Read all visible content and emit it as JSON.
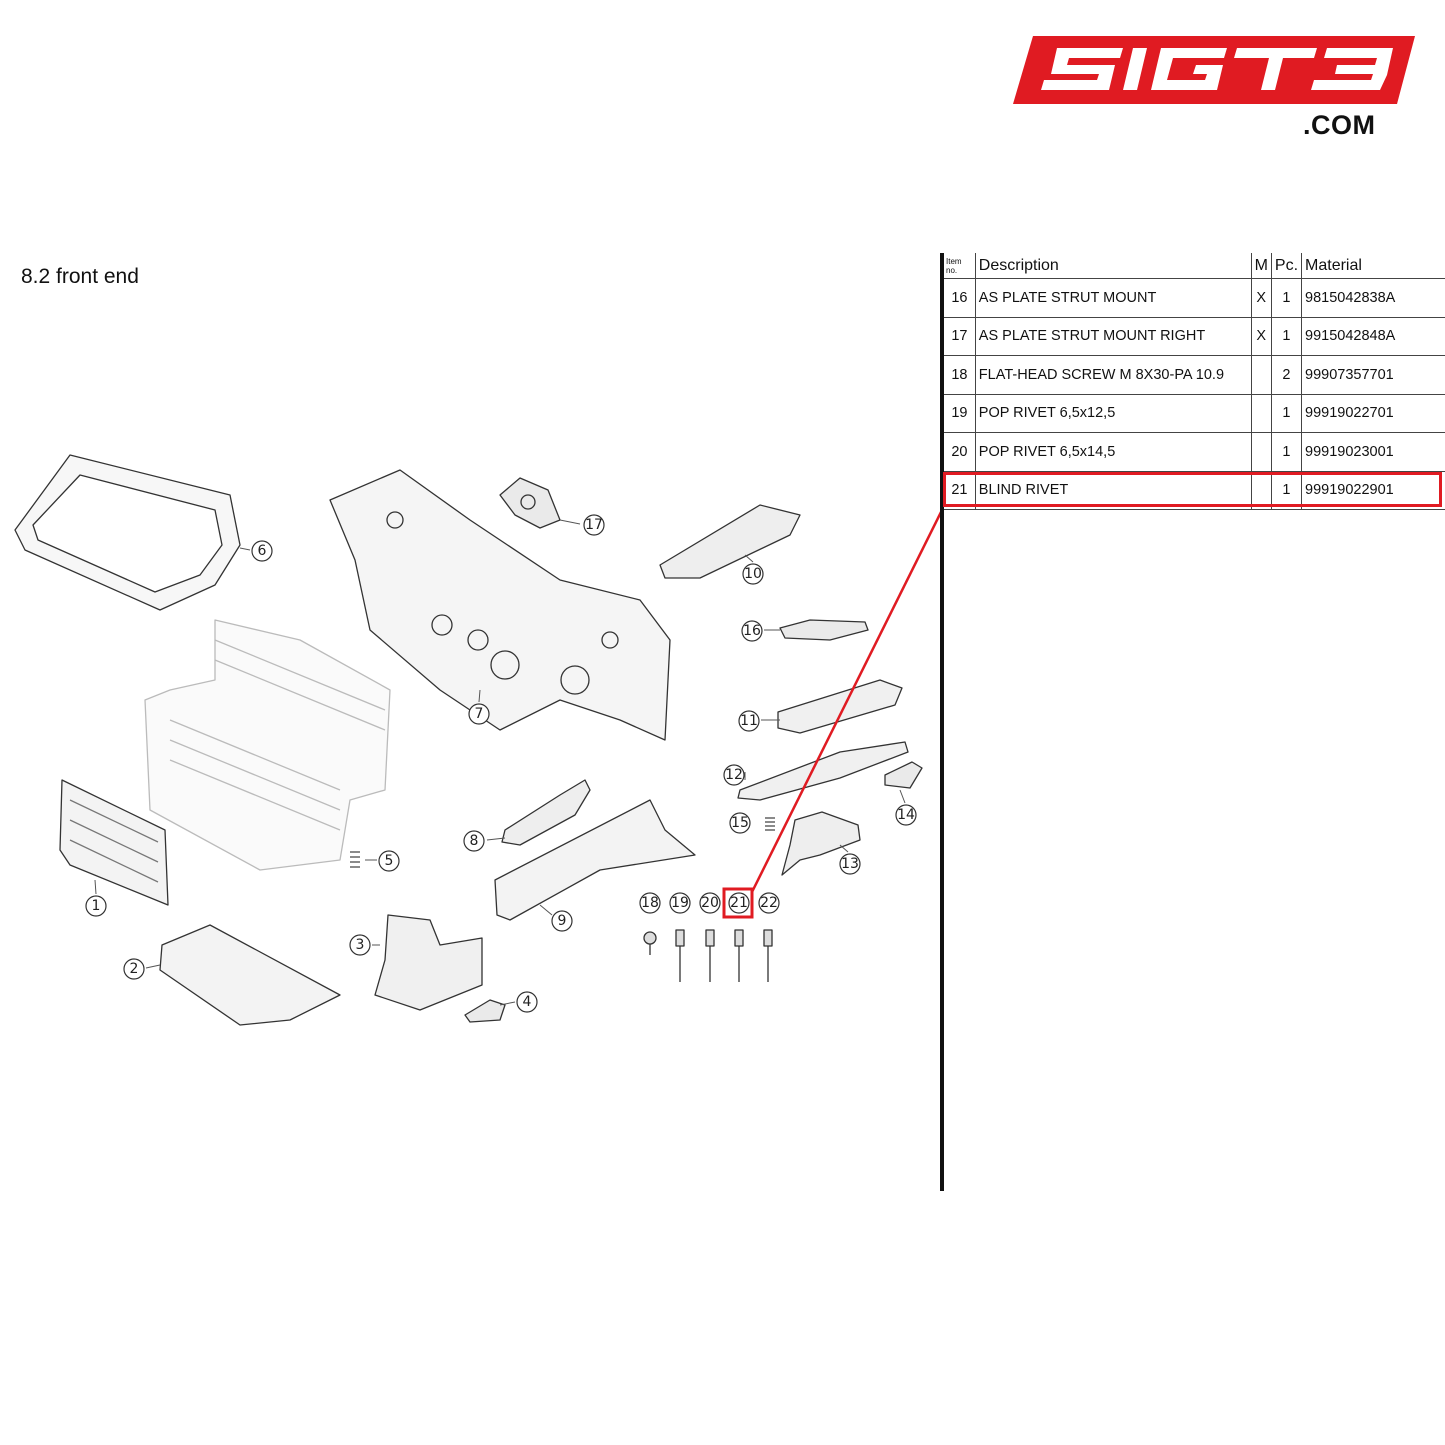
{
  "brand": {
    "logo_text": "5IGT3",
    "logo_suffix": ".COM",
    "accent_color": "#e01b22"
  },
  "section": {
    "title": "8.2  front end"
  },
  "table": {
    "headers": {
      "item_no": "Item no.",
      "description": "Description",
      "m": "M",
      "pc": "Pc.",
      "material": "Material"
    },
    "rows": [
      {
        "item": "16",
        "description": "AS PLATE STRUT MOUNT",
        "m": "X",
        "pc": "1",
        "material": "9815042838A"
      },
      {
        "item": "17",
        "description": "AS PLATE STRUT MOUNT RIGHT",
        "m": "X",
        "pc": "1",
        "material": "9915042848A"
      },
      {
        "item": "18",
        "description": "FLAT-HEAD SCREW M 8X30-PA 10.9",
        "m": "",
        "pc": "2",
        "material": "99907357701"
      },
      {
        "item": "19",
        "description": "POP RIVET 6,5x12,5",
        "m": "",
        "pc": "1",
        "material": "99919022701"
      },
      {
        "item": "20",
        "description": "POP RIVET 6,5x14,5",
        "m": "",
        "pc": "1",
        "material": "99919023001"
      },
      {
        "item": "21",
        "description": "BLIND RIVET",
        "m": "",
        "pc": "1",
        "material": "99919022901"
      }
    ],
    "highlighted_item": "21"
  },
  "diagram": {
    "callouts": [
      "1",
      "2",
      "3",
      "4",
      "5",
      "6",
      "7",
      "8",
      "9",
      "10",
      "11",
      "12",
      "13",
      "14",
      "15",
      "16",
      "17",
      "18",
      "19",
      "20",
      "21",
      "22"
    ],
    "highlighted_callout": "21"
  }
}
